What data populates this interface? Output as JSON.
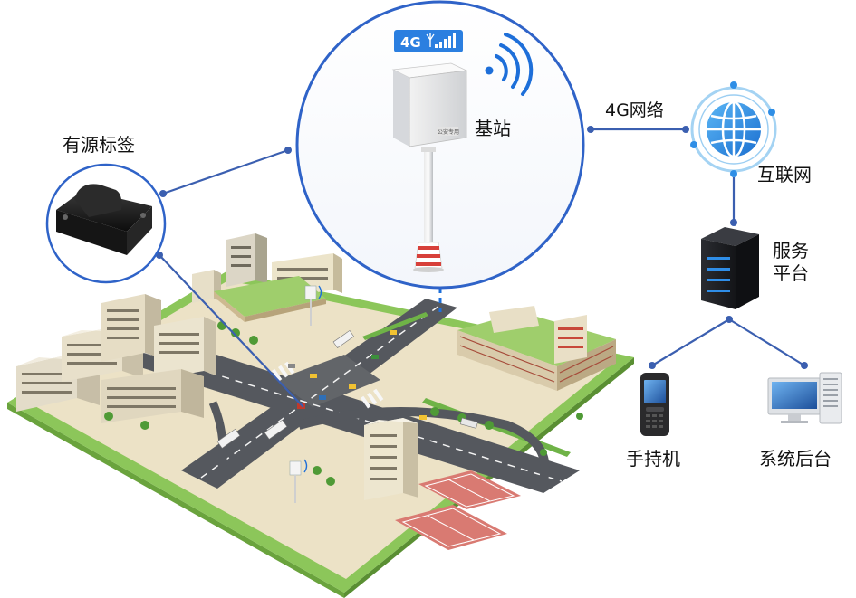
{
  "labels": {
    "active_tag": "有源标签",
    "base_station": "基站",
    "network_link": "4G网络",
    "internet": "互联网",
    "service_platform_line1": "服务",
    "service_platform_line2": "平台",
    "handheld": "手持机",
    "backend_system": "系统后台",
    "signal_badge": "4G",
    "device_plate": "公安专用"
  },
  "colors": {
    "connector": "#3b5fb0",
    "circle_border": "#2f63c8",
    "badge": "#2b7fe0",
    "wifi_arc": "#1e6fd9",
    "globe": "#2e8ee6",
    "ground": "#ece2c6",
    "grass": "#8cc65a",
    "road": "#55585e"
  },
  "icons": [
    "active-tag-icon",
    "base-station-icon",
    "wifi-icon",
    "internet-globe-icon",
    "server-icon",
    "handheld-device-icon",
    "desktop-computer-icon",
    "city-illustration"
  ]
}
